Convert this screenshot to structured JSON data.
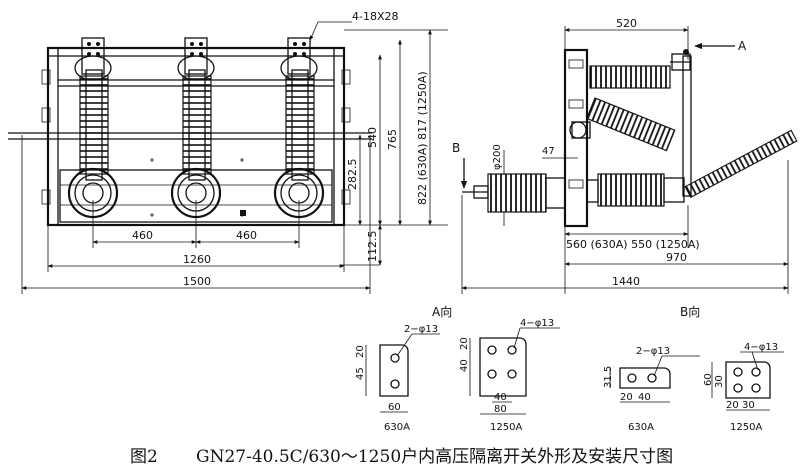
{
  "front_view": {
    "top_dim": "4-18X28",
    "dims_bottom": [
      "460",
      "460",
      "1260",
      "1500"
    ],
    "dims_right": [
      "282.5",
      "540",
      "765",
      "822 (630A) 817 (1250A)",
      "112.5"
    ]
  },
  "side_view": {
    "arrow_a": "A",
    "arrow_b": "B",
    "dim_top": "520",
    "dim_dia": "φ200",
    "dim_47": "47",
    "dim_560_550": "560 (630A) 550 (1250A)",
    "dim_970": "970",
    "dim_1440": "1440"
  },
  "view_a": {
    "title": "A向",
    "plate_630": {
      "hole_label": "2−φ13",
      "d_v1": "45",
      "d_v2": "20",
      "d_w": "60",
      "rating": "630A"
    },
    "plate_1250": {
      "hole_label": "4−φ13",
      "d_v1": "40",
      "d_v2": "20",
      "d_w1": "40",
      "d_w2": "80",
      "rating": "1250A"
    }
  },
  "view_b": {
    "title": "B向",
    "plate_630": {
      "hole_label": "2−φ13",
      "d_v": "31.5",
      "d_w1": "20",
      "d_w2": "40",
      "rating": "630A"
    },
    "plate_1250": {
      "hole_label": "4−φ13",
      "d_v1": "60",
      "d_v2": "30",
      "d_w1": "20",
      "d_w2": "30",
      "rating": "1250A"
    }
  },
  "caption": {
    "fig_no": "图2",
    "text": "GN27-40.5C/630～1250户内高压隔离开关外形及安装尺寸图"
  }
}
